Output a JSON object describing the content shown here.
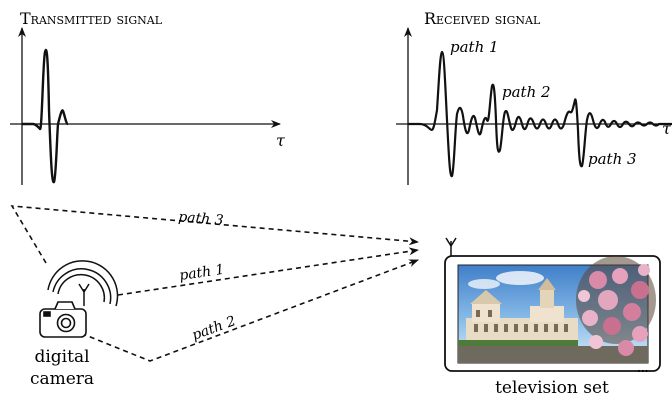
{
  "transmitted": {
    "title": "Transmitted signal",
    "axis_label": "τ"
  },
  "received": {
    "title": "Received signal",
    "axis_label": "τ",
    "path_labels": [
      "path 1",
      "path 2",
      "path 3"
    ]
  },
  "paths": {
    "labels": [
      "path 3",
      "path 1",
      "path 2"
    ]
  },
  "camera": {
    "label_line1": "digital",
    "label_line2": "camera"
  },
  "tv": {
    "label": "television set",
    "screen_dots": "..."
  }
}
